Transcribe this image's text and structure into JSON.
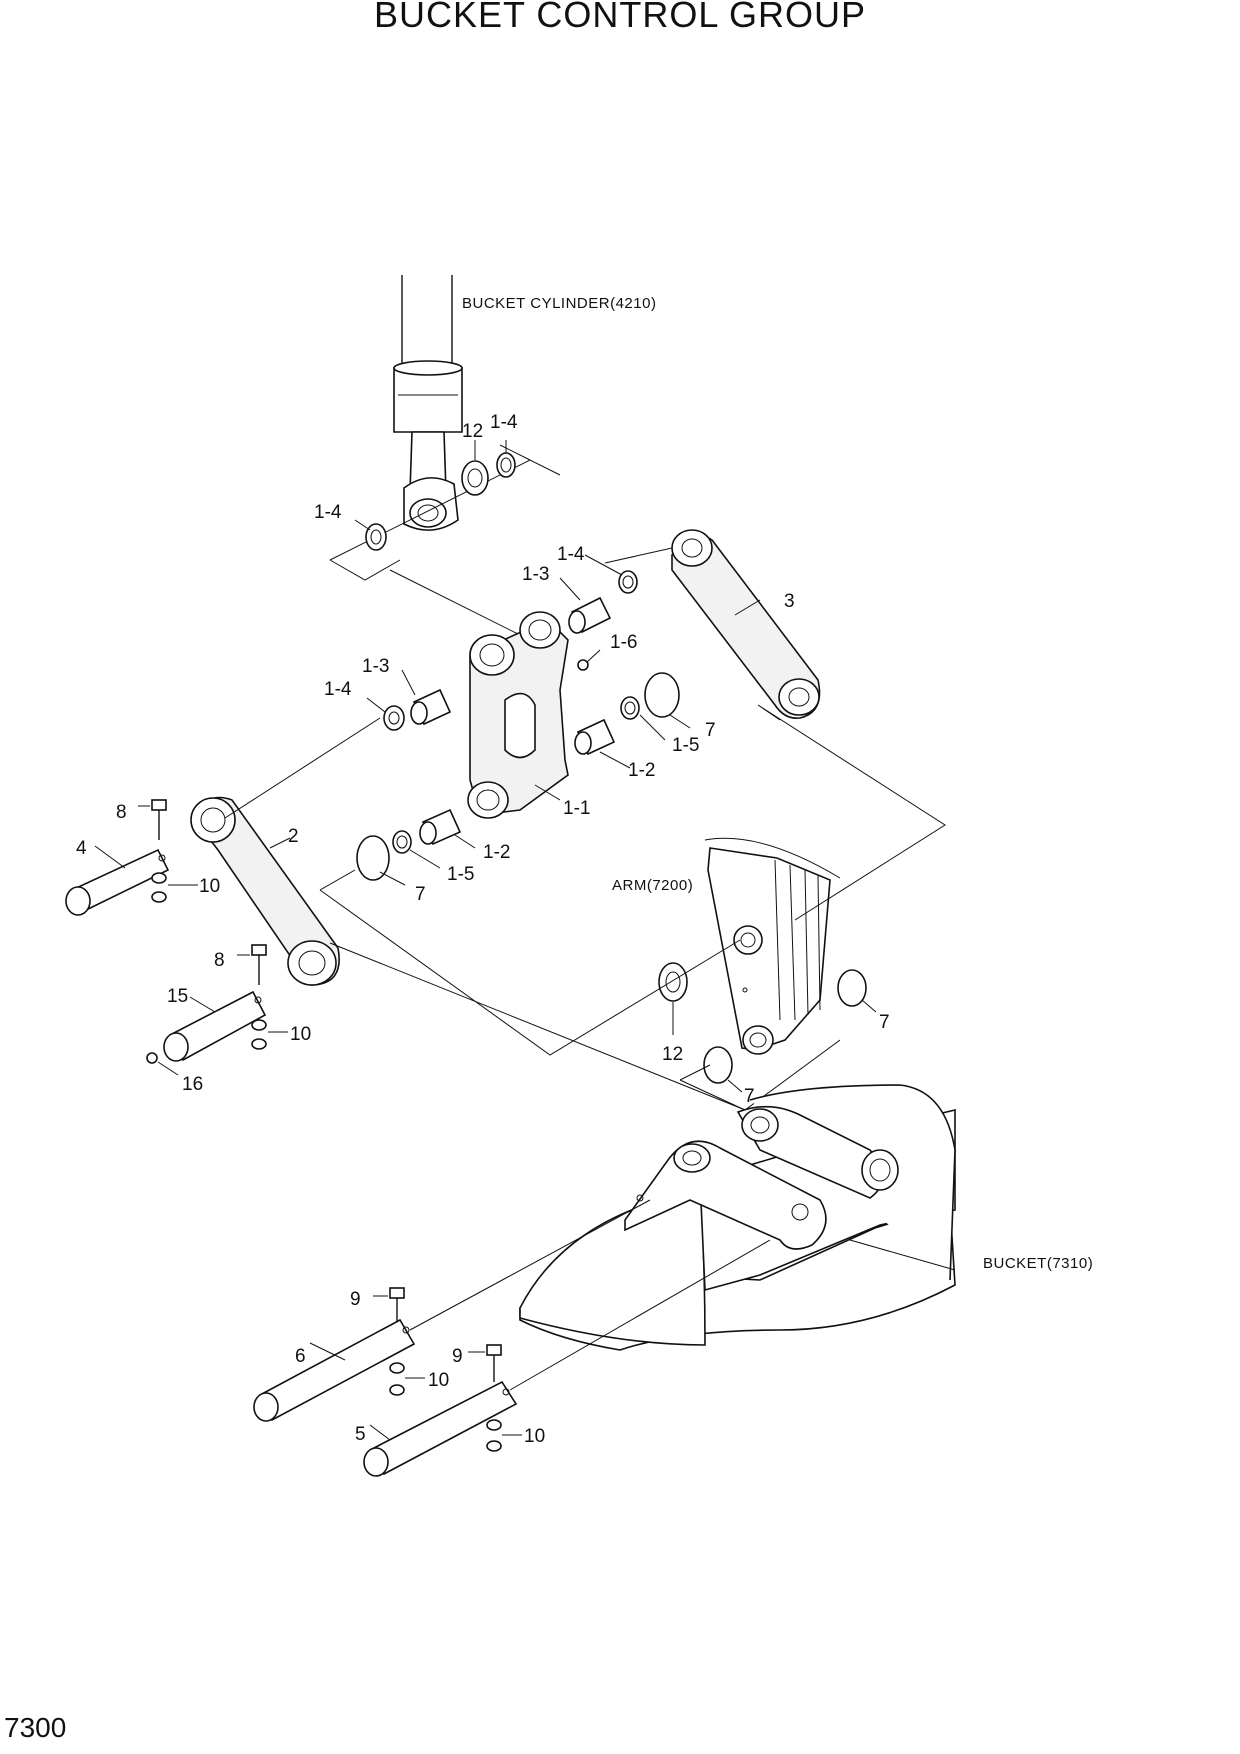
{
  "title": "BUCKET CONTROL GROUP",
  "page_number": "7300",
  "references": {
    "bucket_cylinder": "BUCKET CYLINDER(4210)",
    "arm": "ARM(7200)",
    "bucket": "BUCKET(7310)"
  },
  "callouts": {
    "c12_top": "12",
    "c1_4_top": "1-4",
    "c1_4_left": "1-4",
    "c1_4_mid": "1-4",
    "c1_3_mid": "1-3",
    "c3": "3",
    "c1_6": "1-6",
    "c1_3_left": "1-3",
    "c1_4_left2": "1-4",
    "c7_right": "7",
    "c1_5_right": "1-5",
    "c1_2_right": "1-2",
    "c1_1": "1-1",
    "c2": "2",
    "c1_2_low": "1-2",
    "c7_left": "7",
    "c1_5_left": "1-5",
    "c8_a": "8",
    "c4": "4",
    "c10_a": "10",
    "c8_b": "8",
    "c15": "15",
    "c10_b": "10",
    "c16": "16",
    "c12_arm": "12",
    "c7_arm_r": "7",
    "c7_arm_b": "7",
    "c9_a": "9",
    "c6": "6",
    "c10_c": "10",
    "c9_b": "9",
    "c5": "5",
    "c10_d": "10"
  }
}
